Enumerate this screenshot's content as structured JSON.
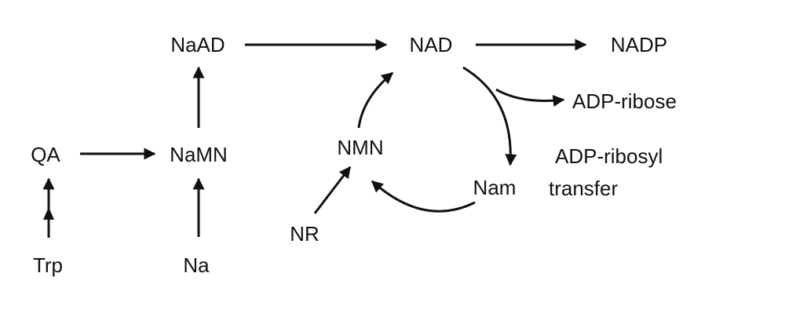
{
  "nodes": {
    "naad": "NaAD",
    "nad": "NAD",
    "nadp": "NADP",
    "adp_ribose": "ADP-ribose",
    "qa": "QA",
    "namn": "NaMN",
    "nmn": "NMN",
    "adp_ribosyl_line1": "ADP-ribosyl",
    "adp_ribosyl_line2": "transfer",
    "nam": "Nam",
    "nr": "NR",
    "trp": "Trp",
    "na": "Na"
  },
  "colors": {
    "ink": "#111111",
    "background": "#ffffff"
  }
}
